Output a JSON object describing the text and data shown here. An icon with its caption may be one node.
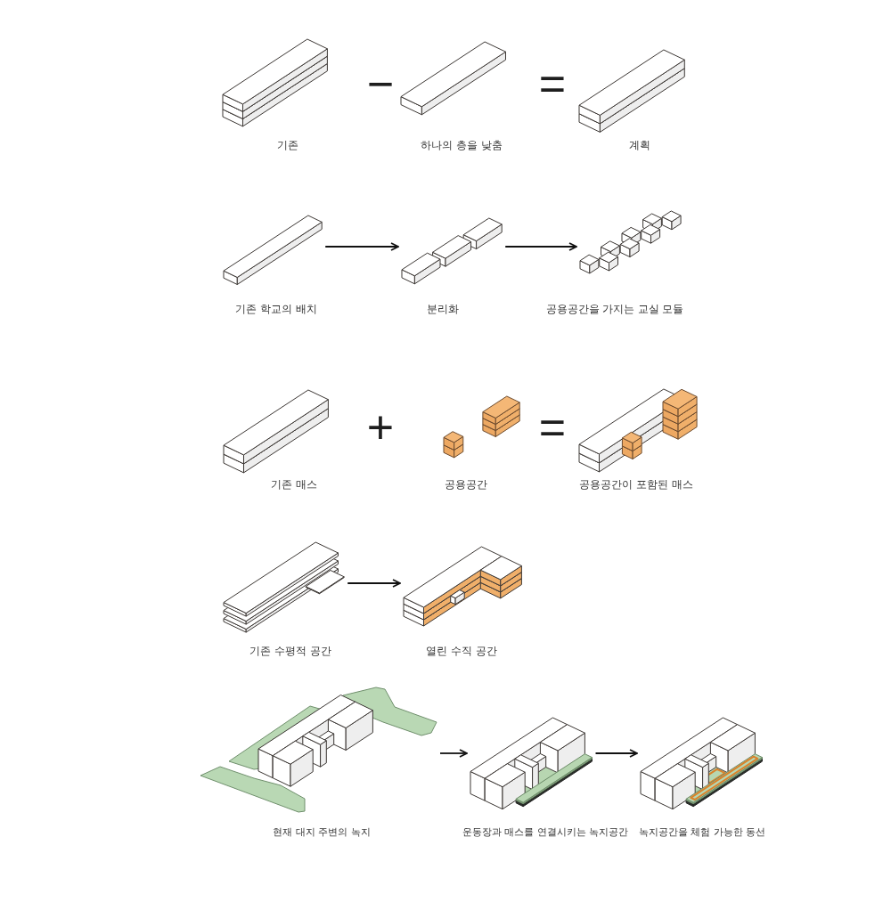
{
  "diagram": {
    "nodes": [
      {
        "text": [],
        "shape": "picture",
        "beside": [
          "기존"
        ]
      },
      {
        "text": [],
        "shape": "picture",
        "beside": [
          "하나의 층을 낮춤"
        ]
      },
      {
        "text": [],
        "shape": "picture",
        "beside": [
          "계획"
        ]
      },
      {
        "text": [],
        "shape": "picture",
        "beside": [
          "기존 학교의 배치"
        ]
      },
      {
        "text": [],
        "shape": "picture",
        "beside": [
          "분리화"
        ]
      },
      {
        "text": [],
        "shape": "picture",
        "beside": [
          "공용공간을 가지는 교실 모듈"
        ]
      },
      {
        "text": [],
        "shape": "picture",
        "beside": [
          "기존 매스"
        ]
      },
      {
        "text": [],
        "shape": "picture",
        "beside": [
          "공용공간"
        ]
      },
      {
        "text": [],
        "shape": "picture",
        "beside": [
          "공용공간이 포함된 매스"
        ]
      },
      {
        "text": [],
        "shape": "picture",
        "beside": [
          "기존 수평적 공간"
        ]
      },
      {
        "text": [],
        "shape": "picture",
        "beside": [
          "열린 수직 공간"
        ]
      },
      {
        "text": [],
        "shape": "picture",
        "beside": [
          "현재 대지 주변의 녹지"
        ]
      },
      {
        "text": [],
        "shape": "picture",
        "beside": [
          "운동장과 매스를 연결시키는 녹지공간"
        ]
      },
      {
        "text": [],
        "shape": "picture",
        "beside": [
          "녹지공간을 체험 가능한 동선"
        ]
      }
    ],
    "edges": [
      {
        "from": 3,
        "to": 4,
        "arrow": "to"
      },
      {
        "from": 4,
        "to": 5,
        "arrow": "to"
      },
      {
        "from": 9,
        "to": 10,
        "arrow": "to"
      },
      {
        "from": 11,
        "to": 12,
        "arrow": "to"
      },
      {
        "from": 12,
        "to": 13,
        "arrow": "to"
      }
    ],
    "labels": [
      "−",
      "=",
      "+",
      "="
    ]
  }
}
